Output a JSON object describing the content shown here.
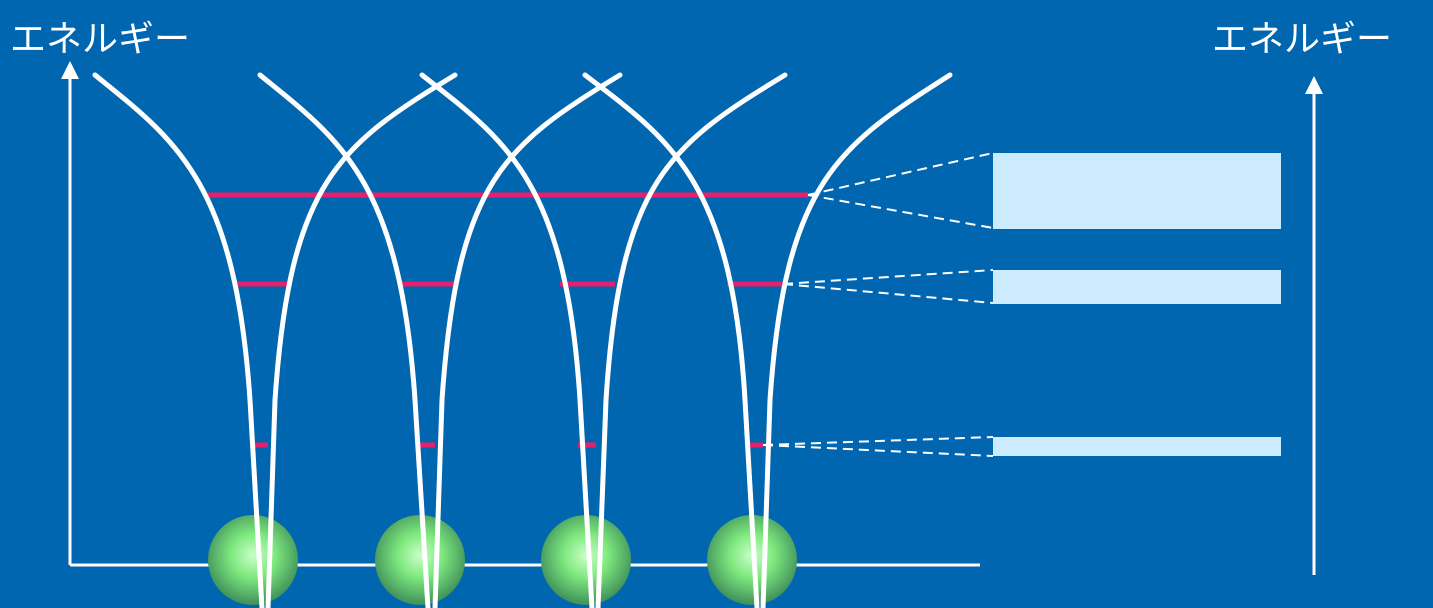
{
  "labels": {
    "energy_left": "エネルギー",
    "energy_right": "エネルギー"
  },
  "diagram": {
    "wells": 4,
    "levels_per_well": 3,
    "bands": 3,
    "colors": {
      "background": "#0066b0",
      "potential_curve": "#ffffff",
      "energy_level": "#e8206b",
      "band": "#cdebff",
      "atom": "#7ee87e",
      "dashed_connector": "#ffffff"
    }
  }
}
